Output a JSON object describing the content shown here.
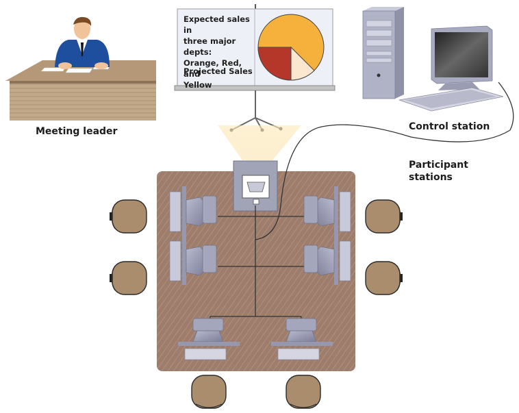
{
  "labels": {
    "meeting_leader": "Meeting leader",
    "control_station": "Control station",
    "participant_stations_line1": "Participant",
    "participant_stations_line2": "stations"
  },
  "projection_screen": {
    "title_line1": "Expected sales in",
    "title_line2": "three major depts:",
    "title_line3": "Orange, Red, and",
    "title_line4": "Yellow",
    "subtitle": "Projected Sales"
  },
  "colors": {
    "table": "#9b7b6a",
    "chair": "#a98d6c",
    "pie_orange": "#f6b13c",
    "pie_red": "#b5372a",
    "pie_yellow": "#fbe6cf",
    "light_beam": "#fde9b8",
    "monitor_gray": "#8e8ea6",
    "network_line": "#333333"
  },
  "icons": [
    "desk-icon",
    "businessman-icon",
    "projection-screen-icon",
    "tripod-icon",
    "projector-icon",
    "computer-tower-icon",
    "monitor-icon",
    "keyboard-icon",
    "chair-icon",
    "workstation-icon"
  ]
}
